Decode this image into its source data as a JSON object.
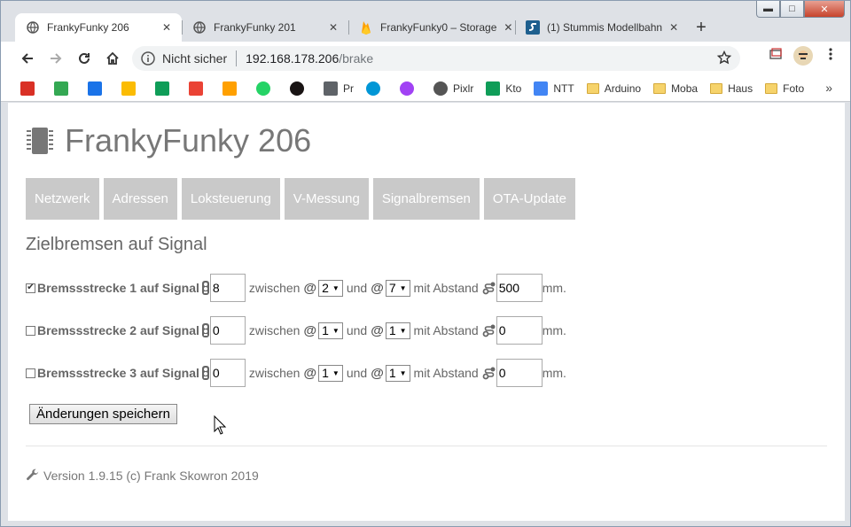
{
  "window": {
    "controls": [
      "minimize",
      "maximize",
      "close"
    ]
  },
  "tabs": [
    {
      "title": "FrankyFunky 206",
      "icon": "globe-icon",
      "active": true
    },
    {
      "title": "FrankyFunky 201",
      "icon": "globe-icon",
      "active": false
    },
    {
      "title": "FrankyFunky0 – Storage",
      "icon": "firebase-icon",
      "active": false
    },
    {
      "title": "(1) Stummis Modellbahn",
      "icon": "stummi-icon",
      "active": false
    }
  ],
  "address": {
    "security": "Nicht sicher",
    "host": "192.168.178.206",
    "path": "/brake"
  },
  "bookmarks": [
    {
      "label": "",
      "icon": "gmail-icon",
      "color": "#d93025"
    },
    {
      "label": "",
      "icon": "google-one-icon",
      "color": "#34a853"
    },
    {
      "label": "",
      "icon": "calendar-icon",
      "color": "#1a73e8"
    },
    {
      "label": "",
      "icon": "keep-icon",
      "color": "#fbbc04"
    },
    {
      "label": "",
      "icon": "drive-icon",
      "color": "#0f9d58"
    },
    {
      "label": "",
      "icon": "photos-icon",
      "color": "#ea4335"
    },
    {
      "label": "",
      "icon": "firebase-icon",
      "color": "#ffa000"
    },
    {
      "label": "",
      "icon": "whatsapp-icon",
      "color": "#25d366"
    },
    {
      "label": "",
      "icon": "spotify-icon",
      "color": "#191414"
    },
    {
      "label": "Pr",
      "icon": "printer-icon",
      "color": "#5f6368"
    },
    {
      "label": "",
      "icon": "hp-icon",
      "color": "#0096d6"
    },
    {
      "label": "",
      "icon": "picasa-icon",
      "color": "#a142f4"
    },
    {
      "label": "Pixlr",
      "icon": "pixlr-icon",
      "color": "#555555"
    },
    {
      "label": "Kto",
      "icon": "sheets-icon",
      "color": "#0f9d58"
    },
    {
      "label": "NTT",
      "icon": "docs-icon",
      "color": "#4285f4"
    },
    {
      "label": "Arduino",
      "icon": "folder-icon",
      "color": "#f6d36b"
    },
    {
      "label": "Moba",
      "icon": "folder-icon",
      "color": "#f6d36b"
    },
    {
      "label": "Haus",
      "icon": "folder-icon",
      "color": "#f6d36b"
    },
    {
      "label": "Foto",
      "icon": "folder-icon",
      "color": "#f6d36b"
    }
  ],
  "bookmarks_more": "»",
  "site": {
    "title": "FrankyFunky 206",
    "logo_icon": "chip-icon"
  },
  "nav": [
    "Netzwerk",
    "Adressen",
    "Loksteuerung",
    "V-Messung",
    "Signalbremsen",
    "OTA-Update"
  ],
  "section_title": "Zielbremsen auf Signal",
  "rows": [
    {
      "checked": true,
      "label": "Bremssstrecke 1 auf Signal",
      "signal": "8",
      "between": "zwischen",
      "from": "2",
      "and": "und",
      "to": "7",
      "distance_label": "mit Abstand",
      "distance": "500",
      "unit": "mm."
    },
    {
      "checked": false,
      "label": "Bremssstrecke 2 auf Signal",
      "signal": "0",
      "between": "zwischen",
      "from": "1",
      "and": "und",
      "to": "1",
      "distance_label": "mit Abstand",
      "distance": "0",
      "unit": "mm."
    },
    {
      "checked": false,
      "label": "Bremssstrecke 3 auf Signal",
      "signal": "0",
      "between": "zwischen",
      "from": "1",
      "and": "und",
      "to": "1",
      "distance_label": "mit Abstand",
      "distance": "0",
      "unit": "mm."
    }
  ],
  "save_label": "Änderungen speichern",
  "footer": "Version 1.9.15 (c) Frank Skowron 2019"
}
